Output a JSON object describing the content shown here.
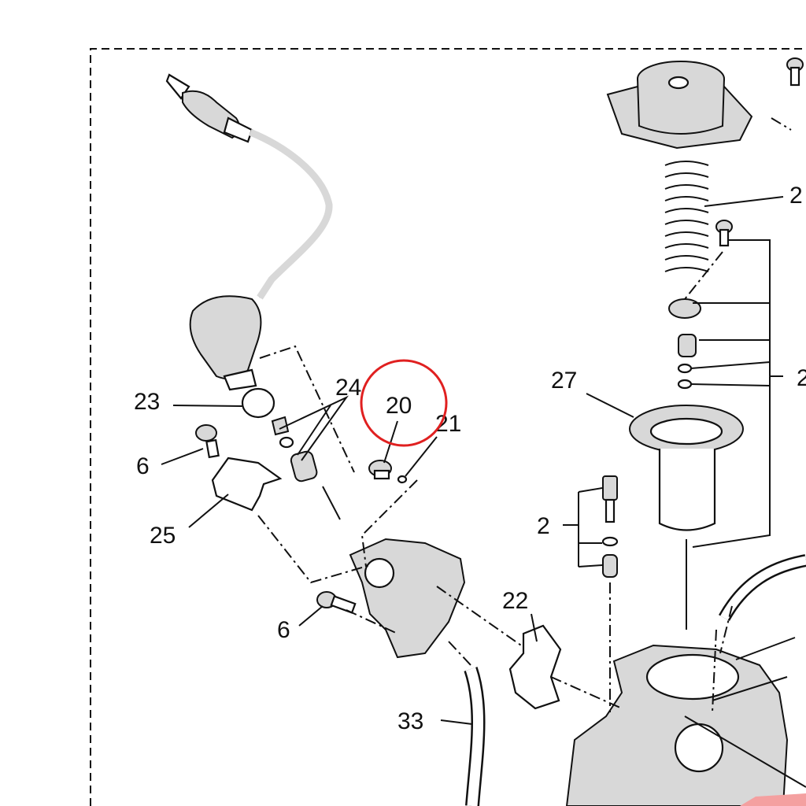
{
  "diagram": {
    "callouts": [
      {
        "id": "23",
        "label": "23"
      },
      {
        "id": "24",
        "label": "24"
      },
      {
        "id": "20",
        "label": "20"
      },
      {
        "id": "21",
        "label": "21"
      },
      {
        "id": "6a",
        "label": "6"
      },
      {
        "id": "25",
        "label": "25"
      },
      {
        "id": "6b",
        "label": "6"
      },
      {
        "id": "2",
        "label": "2"
      },
      {
        "id": "22",
        "label": "22"
      },
      {
        "id": "33",
        "label": "33"
      },
      {
        "id": "27",
        "label": "27"
      },
      {
        "id": "2-top-right",
        "label": "2"
      },
      {
        "id": "2-mid-right",
        "label": "2"
      }
    ],
    "highlight": {
      "target": "20",
      "color": "#e02020"
    },
    "colors": {
      "line": "#111111",
      "fill": "#d8d8d8",
      "highlight": "#e02020"
    }
  }
}
